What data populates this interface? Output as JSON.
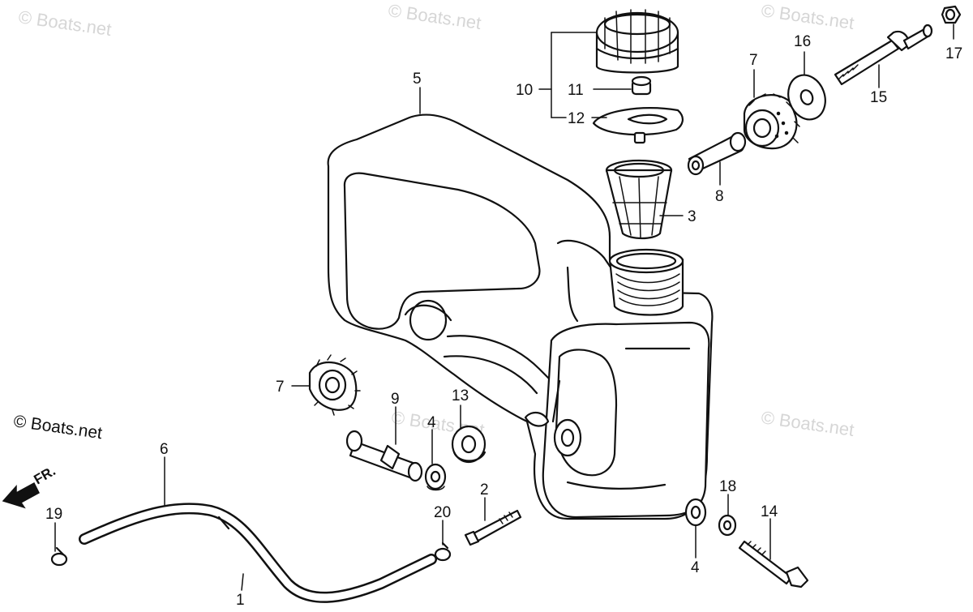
{
  "copyright": "© Boats.net",
  "watermark": "© Boats.net",
  "front_marker": "FR.",
  "callouts": {
    "c1": "1",
    "c2": "2",
    "c3": "3",
    "c4a": "4",
    "c4b": "4",
    "c5": "5",
    "c6": "6",
    "c7a": "7",
    "c7b": "7",
    "c8": "8",
    "c9": "9",
    "c10": "10",
    "c11": "11",
    "c12": "12",
    "c13": "13",
    "c14": "14",
    "c15": "15",
    "c16": "16",
    "c17": "17",
    "c18": "18",
    "c19": "19",
    "c20": "20"
  }
}
